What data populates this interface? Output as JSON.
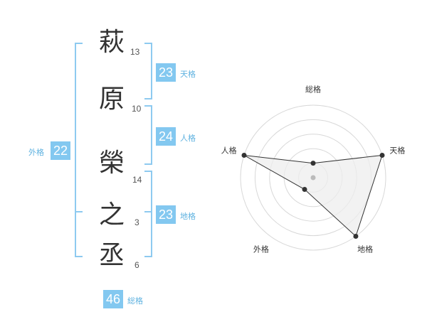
{
  "name_chars": [
    {
      "char": "萩",
      "strokes": "13"
    },
    {
      "char": "原",
      "strokes": "10"
    },
    {
      "char": "榮",
      "strokes": "14"
    },
    {
      "char": "之",
      "strokes": "3"
    },
    {
      "char": "丞",
      "strokes": "6"
    }
  ],
  "fortune": {
    "tenkaku": {
      "value": "23",
      "label": "天格"
    },
    "jinkaku": {
      "value": "24",
      "label": "人格"
    },
    "chikaku": {
      "value": "23",
      "label": "地格"
    },
    "gaikaku": {
      "value": "22",
      "label": "外格"
    },
    "soukaku": {
      "value": "46",
      "label": "総格"
    }
  },
  "radar": {
    "axes": [
      "総格",
      "天格",
      "地格",
      "外格",
      "人格"
    ],
    "levels": 5,
    "values": [
      0.2,
      1.0,
      1.0,
      0.2,
      1.0
    ],
    "colors": {
      "grid": "#d8d8d8",
      "fill": "#eeeeee",
      "line": "#333333",
      "point": "#333333",
      "center": "#bbbbbb"
    }
  }
}
